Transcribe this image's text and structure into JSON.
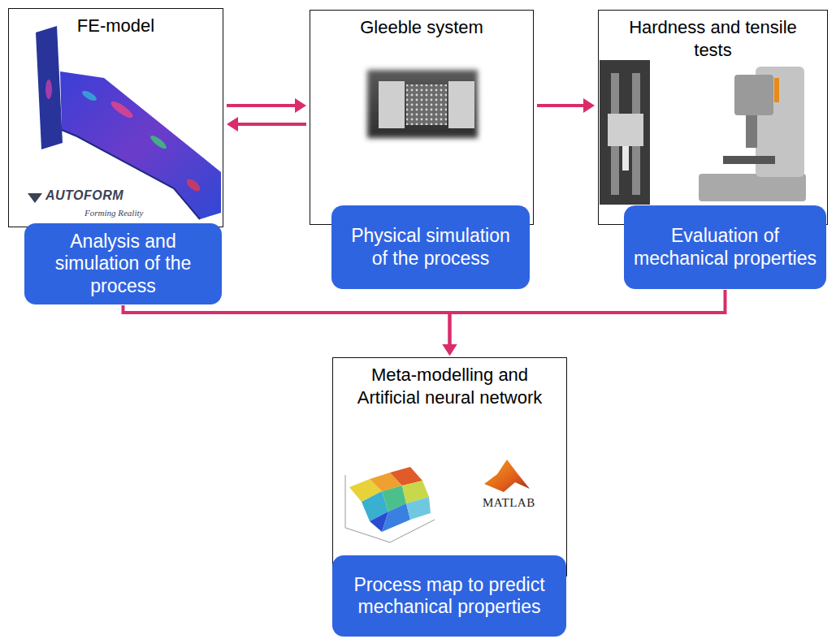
{
  "diagram": {
    "nodes": [
      {
        "text": [
          "FE-model"
        ]
      },
      {
        "text": [
          "Analysis and simulation of the process"
        ]
      },
      {
        "text": [
          "Gleeble system"
        ]
      },
      {
        "text": [
          "Physical simulation of the process"
        ]
      },
      {
        "text": [
          "Hardness and tensile tests"
        ]
      },
      {
        "text": [
          "Evaluation of mechanical properties"
        ]
      },
      {
        "text": [
          "Meta-modelling and Artificial neural network"
        ]
      },
      {
        "text": [
          "Process map to predict mechanical properties"
        ]
      }
    ],
    "edges": [
      {
        "from": 0,
        "to": 2,
        "arrow": "to"
      },
      {
        "from": 2,
        "to": 0,
        "arrow": "to"
      },
      {
        "from": 2,
        "to": 4,
        "arrow": "to"
      },
      {
        "from": 1,
        "to": 6,
        "arrow": "to"
      },
      {
        "from": 5,
        "to": 6,
        "arrow": "to"
      }
    ],
    "labels": [
      "AUTOFORM",
      "Forming Reality",
      "MATLAB"
    ]
  }
}
